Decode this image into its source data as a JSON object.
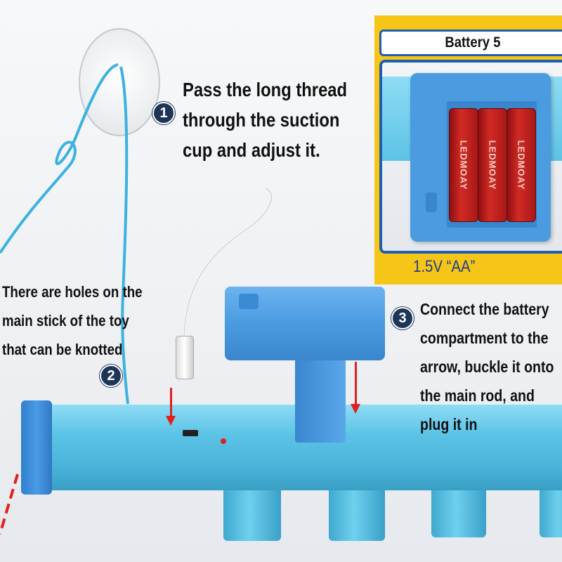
{
  "steps": [
    {
      "number": "1",
      "lines": [
        "Pass the long thread",
        "through the suction",
        "cup and adjust it."
      ]
    },
    {
      "number": "2",
      "lines": [
        "There are holes on the",
        "main stick of the toy",
        "that can be knotted"
      ]
    },
    {
      "number": "3",
      "lines": [
        "Connect the battery",
        "compartment to the",
        "arrow, buckle it onto",
        "the main rod, and",
        "plug it in"
      ]
    }
  ],
  "inset": {
    "title": "Battery 5",
    "voltage_label": "1.5V “AA”",
    "battery_brand": "LEDMOAY"
  },
  "colors": {
    "frame_yellow": "#f5c518",
    "frame_blue": "#1f5fae",
    "toy_blue": "#5cc3e6",
    "battery_box_blue": "#4a9be0",
    "arrow_red": "#e0201c",
    "step_navy": "#1d3557"
  }
}
